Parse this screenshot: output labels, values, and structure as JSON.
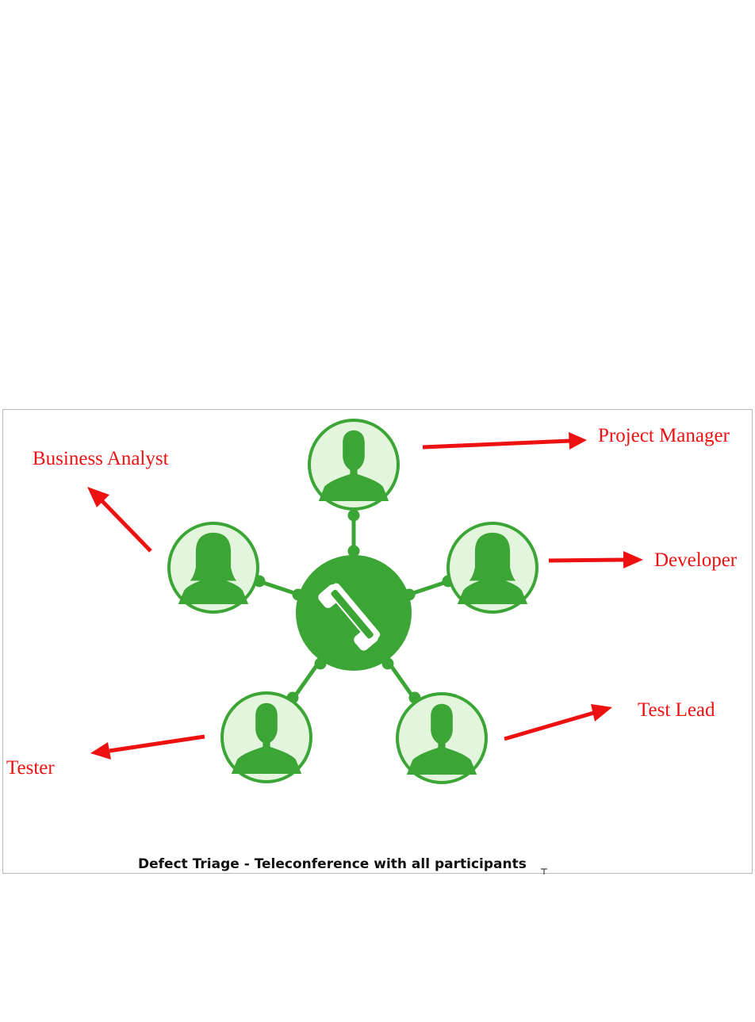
{
  "colors": {
    "node_green": "#3ba635",
    "node_fill": "#e3f5dc",
    "arrow_red": "#ee1111",
    "caption_black": "#111111"
  },
  "icons": {
    "hub": "phone-icon",
    "participant_male": "male-user-icon",
    "participant_female": "female-user-icon"
  },
  "labels": {
    "project_manager": "Project Manager",
    "business_analyst": "Business Analyst",
    "developer": "Developer",
    "test_lead": "Test Lead",
    "tester": "Tester"
  },
  "caption": "Defect Triage - Teleconference with all participants"
}
